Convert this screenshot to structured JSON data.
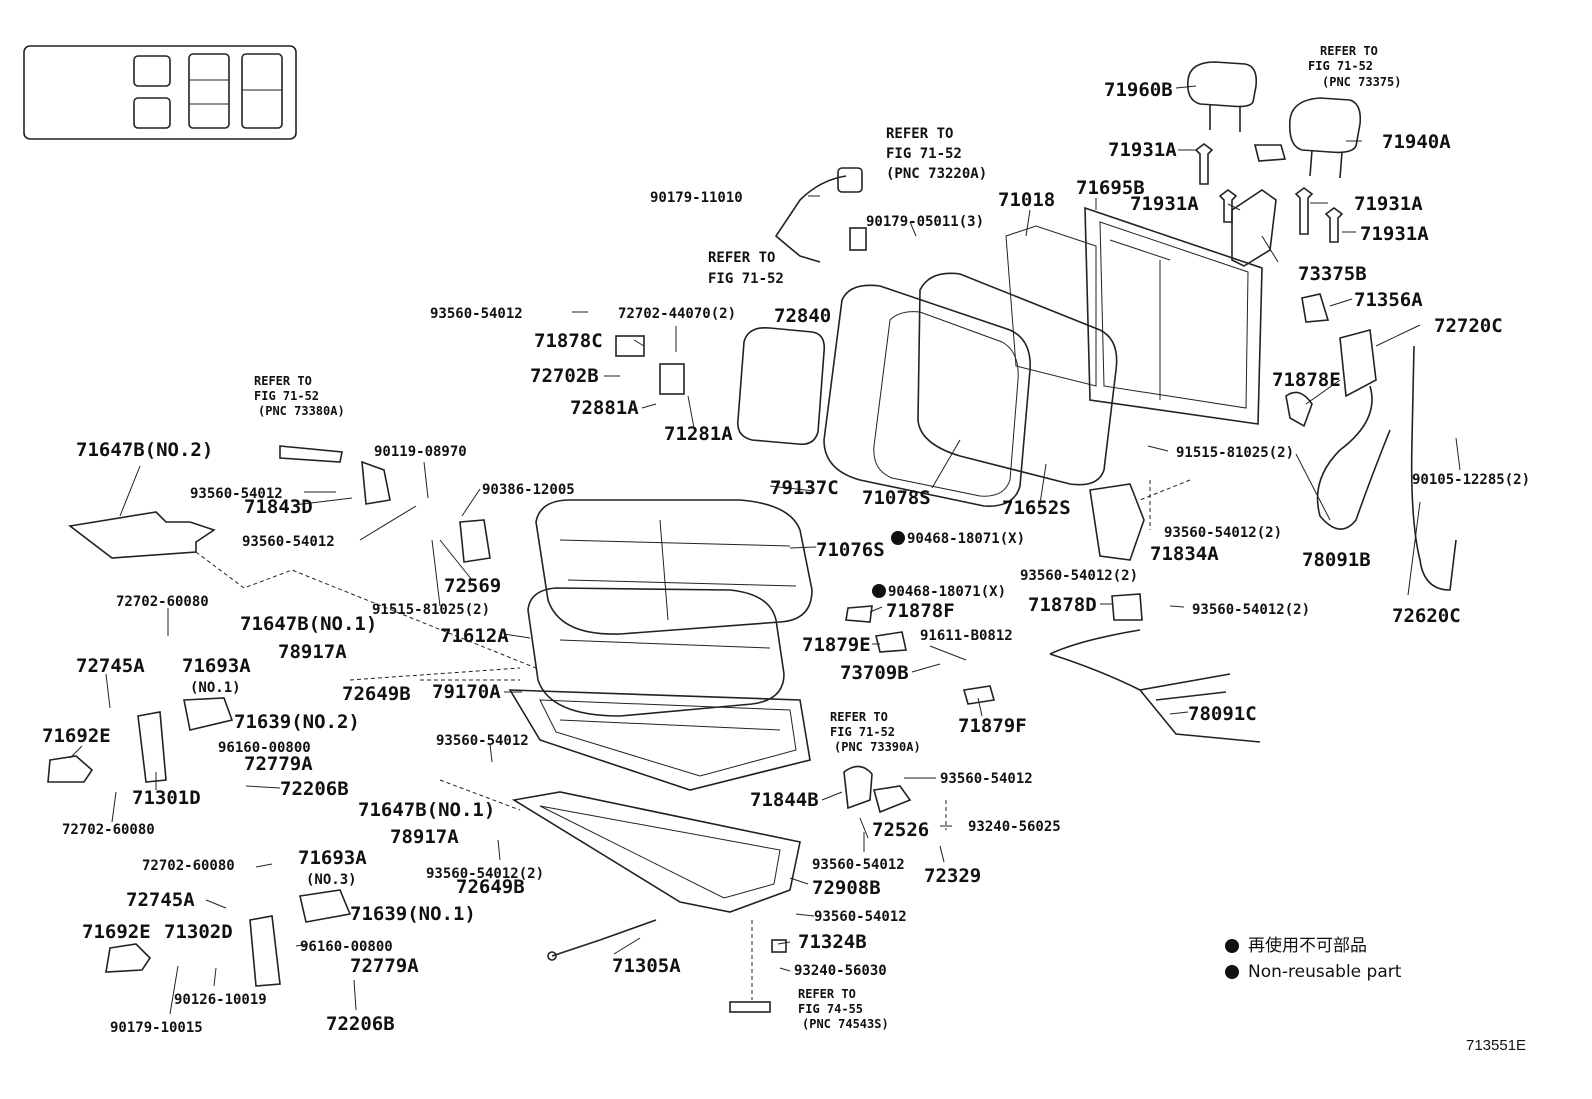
{
  "diagram_id": "713551E",
  "legend": {
    "jp": "再使用不可部品",
    "en": "Non-reusable part"
  },
  "refs": {
    "r1": [
      "REFER TO",
      "FIG 71-52",
      "(PNC 73375)"
    ],
    "r2": [
      "REFER TO",
      "FIG 71-52",
      "(PNC 73220A)"
    ],
    "r3": [
      "REFER TO",
      "FIG 71-52"
    ],
    "r4": [
      "REFER TO",
      "FIG 71-52",
      "(PNC 73380A)"
    ],
    "r5": [
      "REFER TO",
      "FIG 71-52",
      "(PNC 73390A)"
    ],
    "r6": [
      "REFER TO",
      "FIG 74-55",
      "(PNC 74543S)"
    ]
  },
  "labels": {
    "p71960B": "71960B",
    "p71931A_1": "71931A",
    "p71940A": "71940A",
    "p71931A_2": "71931A",
    "p71931A_3": "71931A",
    "p71931A_4": "71931A",
    "p73375B": "73375B",
    "p71356A": "71356A",
    "p72720C": "72720C",
    "p71878E": "71878E",
    "p91515_81025_2a": "91515-81025(2)",
    "p90105_12285": "90105-12285(2)",
    "p90179_11010": "90179-11010",
    "p90179_05011": "90179-05011(3)",
    "p71018": "71018",
    "p71695B": "71695B",
    "p93560_54012_a": "93560-54012",
    "p72702_44070": "72702-44070(2)",
    "p72840": "72840",
    "p71878C": "71878C",
    "p72702B": "72702B",
    "p72881A": "72881A",
    "p71281A": "71281A",
    "p71647B_NO2": "71647B(NO.2)",
    "p90119_08970": "90119-08970",
    "p93560_54012_b": "93560-54012",
    "p71843D": "71843D",
    "p90386_12005": "90386-12005",
    "p93560_54012_c": "93560-54012",
    "p79137C": "79137C",
    "p71078S": "71078S",
    "p71652S": "71652S",
    "p71076S": "71076S",
    "p90468_18071_a": "90468-18071(X)",
    "p90468_18071_b": "90468-18071(X)",
    "p93560_54012_2a": "93560-54012(2)",
    "p71834A": "71834A",
    "p93560_54012_2b": "93560-54012(2)",
    "p78091B": "78091B",
    "p72620C": "72620C",
    "p72569": "72569",
    "p91515_81025_2b": "91515-81025(2)",
    "p71878D": "71878D",
    "p93560_54012_2c": "93560-54012(2)",
    "p71878F": "71878F",
    "p72702_60080_a": "72702-60080",
    "p71647B_NO1_a": "71647B(NO.1)",
    "p78917A_a": "78917A",
    "p71612A": "71612A",
    "p91611_B0812": "91611-B0812",
    "p71879E": "71879E",
    "p73709B": "73709B",
    "p72745A_a": "72745A",
    "p71693A_a": "71693A",
    "p NO1": "(NO.1)",
    "p72649B_a": "72649B",
    "p79170A": "79170A",
    "p71879F": "71879F",
    "p78091C": "78091C",
    "p71692E_a": "71692E",
    "p71639_NO2": "71639(NO.2)",
    "p96160_00800_a": "96160-00800",
    "p72779A_a": "72779A",
    "p72206B_a": "72206B",
    "p71301D": "71301D",
    "p72702_60080_b": "72702-60080",
    "p93560_54012_d": "93560-54012",
    "p93560_54012_e": "93560-54012",
    "p71844B": "71844B",
    "p72526": "72526",
    "p93240_56025": "93240-56025",
    "p72329": "72329",
    "p93560_54012_f": "93560-54012",
    "p71647B_NO1_b": "71647B(NO.1)",
    "p78917A_b": "78917A",
    "p72702_60080_c": "72702-60080",
    "p71693A_b": "71693A",
    "pNO3": "(NO.3)",
    "p72649B_b": "72649B",
    "p93560_54012_2d": "93560-54012(2)",
    "p72908B": "72908B",
    "p72745A_b": "72745A",
    "p71639_NO1": "71639(NO.1)",
    "p93560_54012_g": "93560-54012",
    "p71692E_b": "71692E",
    "p71302D": "71302D",
    "p96160_00800_b": "96160-00800",
    "p72779A_b": "72779A",
    "p71324B": "71324B",
    "p90126_10019": "90126-10019",
    "p93240_56030": "93240-56030",
    "p71305A": "71305A",
    "p90179_10015": "90179-10015",
    "p72206B_b": "72206B"
  }
}
